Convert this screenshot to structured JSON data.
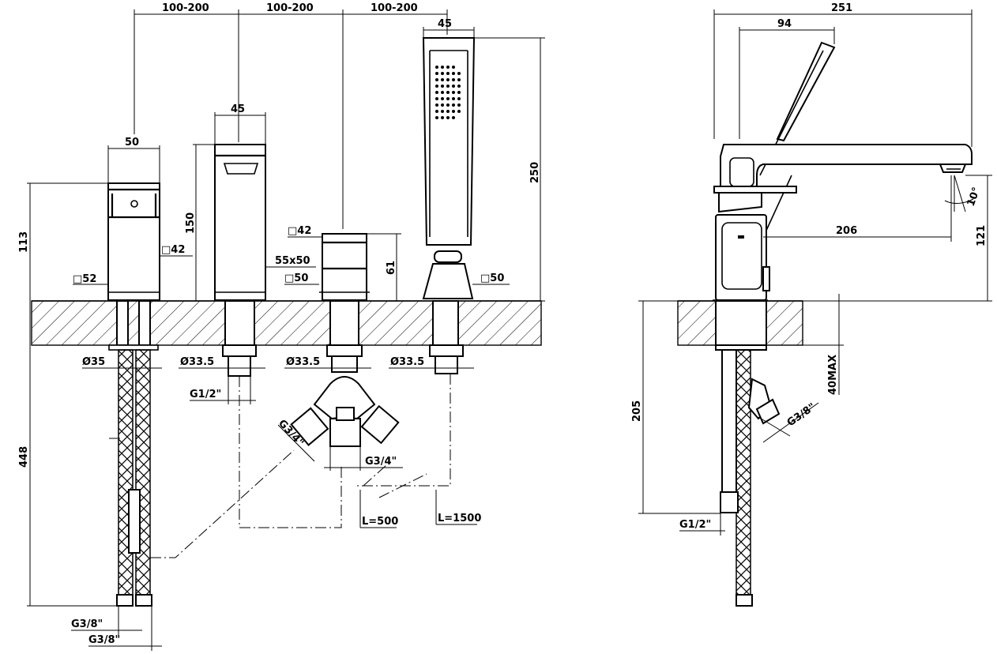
{
  "diagram": {
    "front_view": {
      "spacing_labels": [
        "100-200",
        "100-200",
        "100-200"
      ],
      "hand_shower_width": "45",
      "hand_shower_height": "250",
      "lever_body_width": "50",
      "lever_body_height": "113",
      "lever_base_square": "□52",
      "lever_top_square": "□42",
      "spout_width": "45",
      "spout_height": "150",
      "spout_base": "55x50",
      "diverter_top_square": "□42",
      "diverter_height": "61",
      "diverter_base_square": "□50",
      "shower_base_square": "□50",
      "lever_shank_diameter": "Ø35",
      "spout_shank_diameter": "Ø33.5",
      "diverter_shank_diameter": "Ø33.5",
      "shower_shank_diameter": "Ø33.5",
      "spout_thread": "G1/2\"",
      "diverter_thread_side": "G3/4\"",
      "diverter_thread_bottom": "G3/4\"",
      "hose_length_a": "L=500",
      "hose_length_b": "L=1500",
      "hose_overall_height": "448",
      "hose_thread_1": "G3/8\"",
      "hose_thread_2": "G3/8\""
    },
    "side_view": {
      "overall_length": "251",
      "shower_offset": "94",
      "spout_projection": "206",
      "spout_height": "121",
      "spout_angle": "10°",
      "max_deck_thickness": "40MAX",
      "below_deck_height": "205",
      "side_thread": "G3/8\"",
      "bottom_thread": "G1/2\""
    }
  }
}
